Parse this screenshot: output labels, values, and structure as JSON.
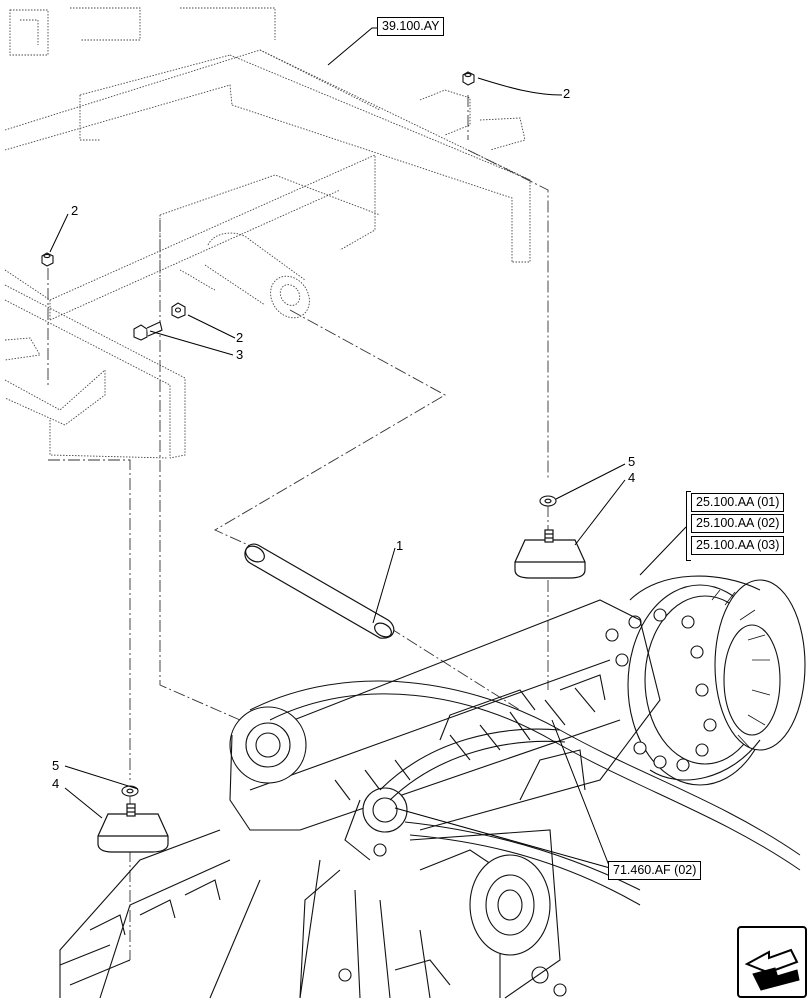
{
  "references": {
    "frame": "39.100.AY",
    "axle_1": "25.100.AA (01)",
    "axle_2": "25.100.AA (02)",
    "axle_3": "25.100.AA (03)",
    "hoses": "71.460.AF (02)"
  },
  "callouts": {
    "nut_top_right": "2",
    "nut_top_left": "2",
    "nut_pivot": "2",
    "bolt_pivot": "3",
    "pin": "1",
    "washer_right": "5",
    "pad_right": "4",
    "washer_left": "5",
    "pad_left": "4"
  },
  "icons": {
    "navigation": "next-page-arrow-icon"
  }
}
